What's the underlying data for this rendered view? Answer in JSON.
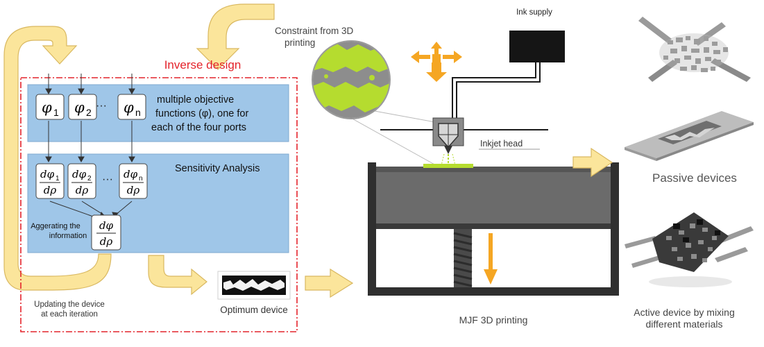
{
  "labels": {
    "constraint": "Constraint from 3D printing",
    "inverse_design": "Inverse design",
    "objective_text": [
      "multiple objective",
      "functions (φ), one for",
      "each of the four ports"
    ],
    "sensitivity": "Sensitivity Analysis",
    "aggregating": [
      "Aggerating the",
      "information"
    ],
    "updating": [
      "Updating the device",
      "at each iteration"
    ],
    "optimum": "Optimum device",
    "ink_supply": "Ink supply",
    "inkjet_head": "Inkjet head",
    "mjf": "MJF 3D printing",
    "passive": "Passive devices",
    "active": [
      "Active device by mixing",
      "different materials"
    ],
    "ellipsis": "···"
  },
  "objectives": [
    {
      "symbol": "φ",
      "sub": "1"
    },
    {
      "symbol": "φ",
      "sub": "2"
    },
    {
      "symbol": "φ",
      "sub": "n"
    }
  ],
  "derivatives": [
    {
      "num": "dφ",
      "sub": "1",
      "den": "dρ"
    },
    {
      "num": "dφ",
      "sub": "2",
      "den": "dρ"
    },
    {
      "num": "dφ",
      "sub": "n",
      "den": "dρ"
    }
  ],
  "aggregate": {
    "num": "dφ",
    "den": "dρ"
  },
  "colors": {
    "arrow_fill": "#fbe59b",
    "arrow_stroke": "#d9b860",
    "panel_blue": "#9fc6e8",
    "dash_red": "#e4232b",
    "title_red": "#e4232b",
    "printer_dark": "#3a3a3a",
    "printer_gray": "#6b6b6b",
    "lime": "#b5dc2f",
    "orange": "#f5a623"
  }
}
